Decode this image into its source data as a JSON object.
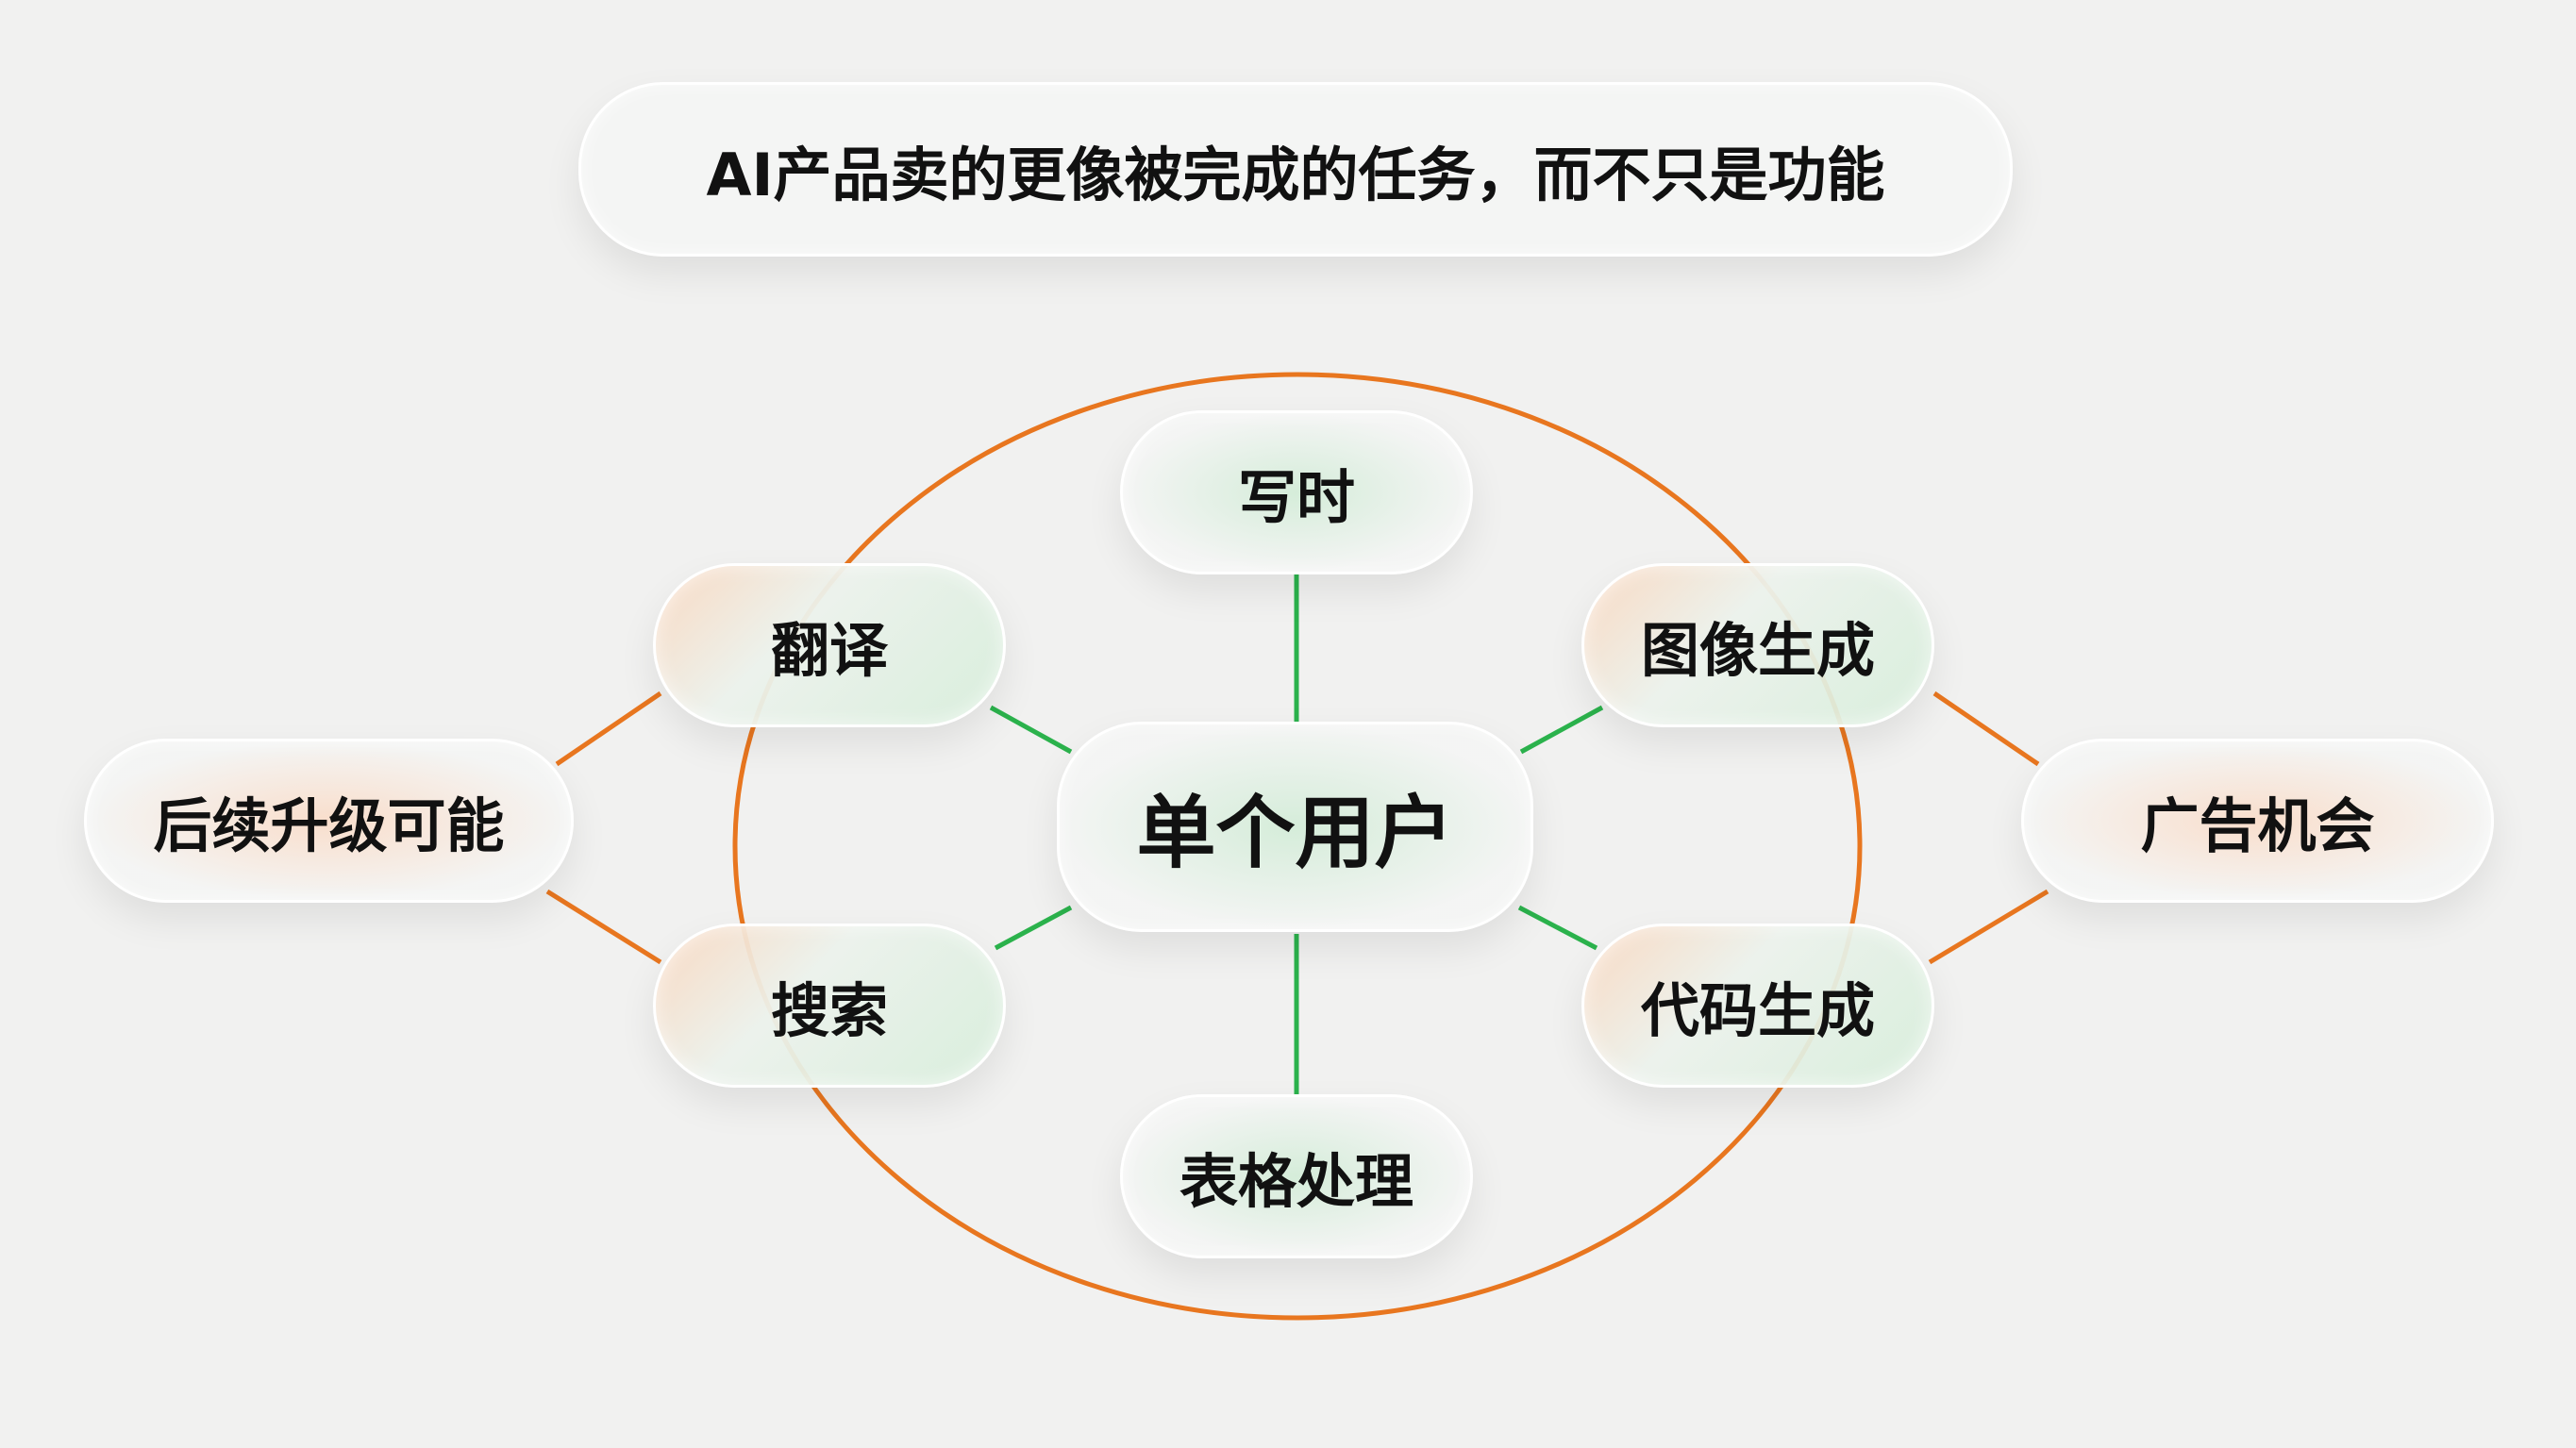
{
  "title": "AI产品卖的更像被完成的任务，而不只是功能",
  "center": "单个用户",
  "inner_nodes": {
    "top": "写时",
    "top_left": "翻译",
    "top_right": "图像生成",
    "bottom_left": "搜索",
    "bottom_right": "代码生成",
    "bottom": "表格处理"
  },
  "outer_nodes": {
    "left": "后续升级可能",
    "right": "广告机会"
  },
  "colors": {
    "green": "#2bb24c",
    "orange": "#e8761f",
    "background": "#f1f1f0"
  }
}
